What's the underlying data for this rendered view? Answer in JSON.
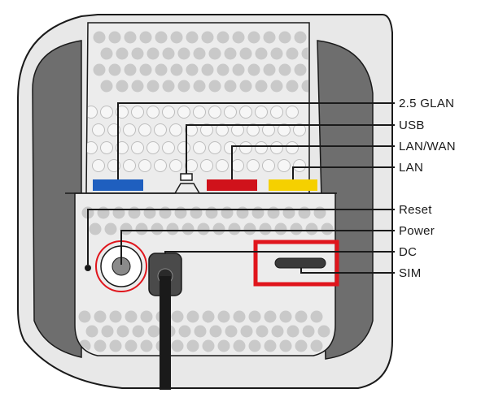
{
  "labels": {
    "glan": "2.5 GLAN",
    "usb": "USB",
    "lan_wan": "LAN/WAN",
    "lan": "LAN",
    "reset": "Reset",
    "power": "Power",
    "dc": "DC",
    "sim": "SIM"
  },
  "colors": {
    "glan_port": "#1f5fbf",
    "lan_wan_port": "#d0121b",
    "lan_port": "#f5d000",
    "highlight_box": "#e0151c",
    "device_body": "#e6e6e6",
    "device_side": "#6e6e6e",
    "device_outline": "#1a1a1a",
    "vent_hole": "#c9c9c9"
  }
}
